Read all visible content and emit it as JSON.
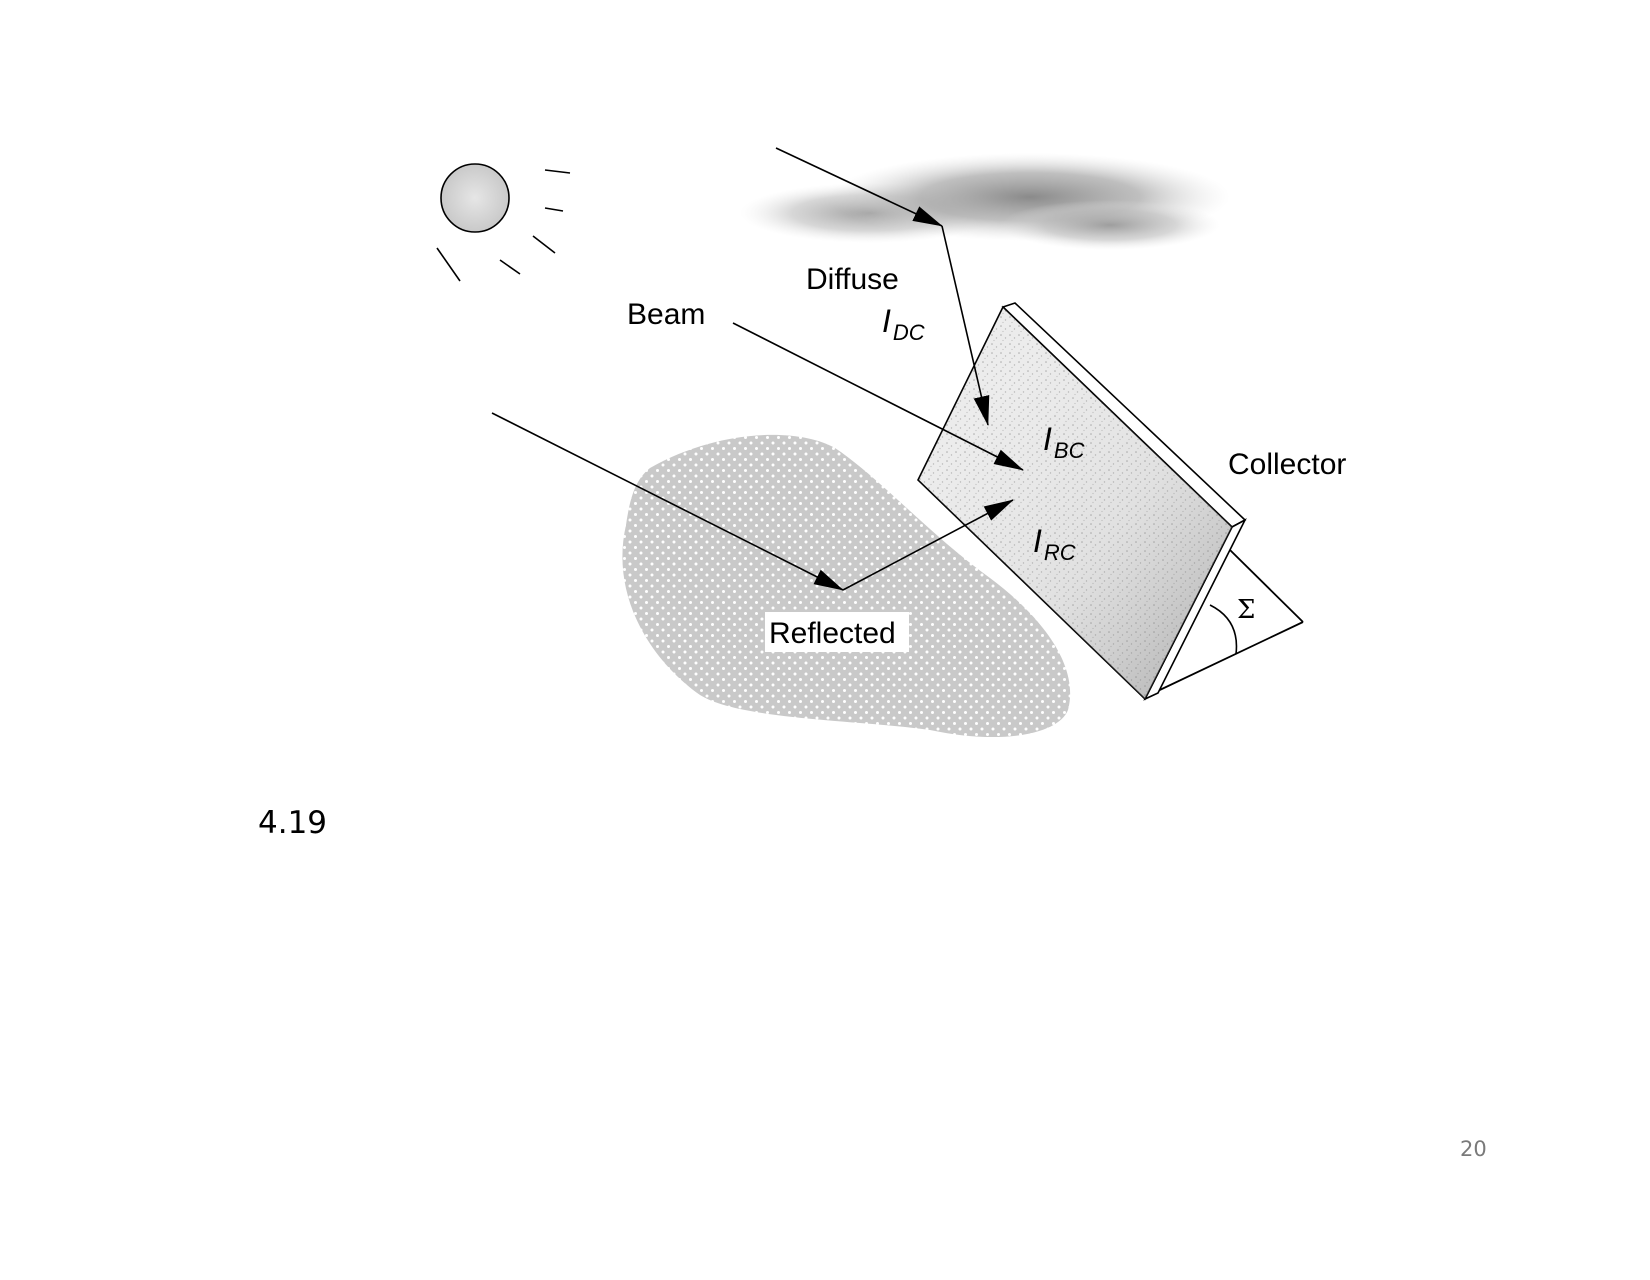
{
  "diagram": {
    "labels": {
      "diffuse": "Diffuse",
      "beam": "Beam",
      "reflected": "Reflected",
      "collector": "Collector",
      "idc_main": "I",
      "idc_sub": "DC",
      "ibc_main": "I",
      "ibc_sub": "BC",
      "irc_main": "I",
      "irc_sub": "RC",
      "tilt_angle": "Σ"
    }
  },
  "caption": "4.19",
  "page_number": "20"
}
